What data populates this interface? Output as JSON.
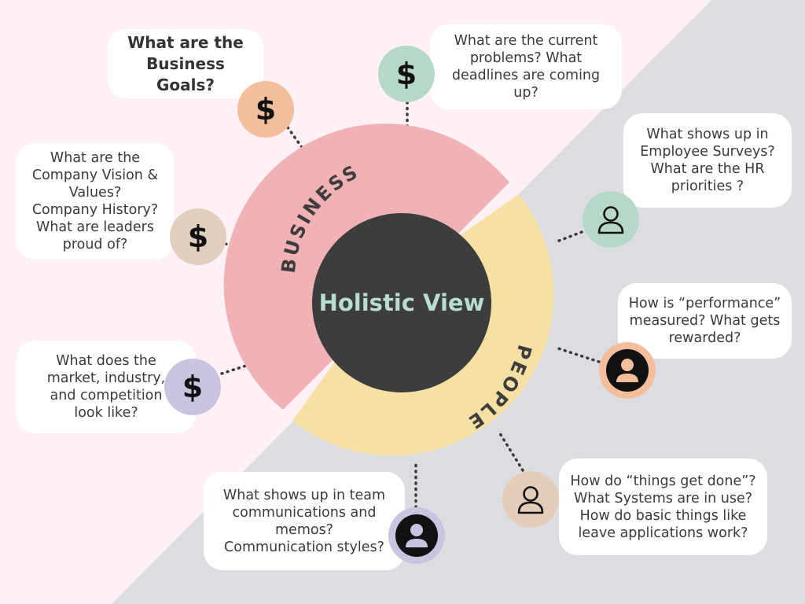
{
  "center": {
    "title": "Holistic View"
  },
  "segments": {
    "business": "BUSINESS",
    "people": "PEOPLE"
  },
  "colors": {
    "bg_left": "#fdf1f6",
    "bg_right": "#dcdde1",
    "business_ring": "#f1b2b5",
    "people_ring": "#f6e0a4",
    "center": "#3d3d3d",
    "center_text": "#b8dccd",
    "icon_peach": "#f4be9d",
    "icon_mint": "#b6d8c9",
    "icon_tan": "#e2cebd",
    "icon_lavender": "#cbc4e1",
    "icon_sand": "#e3ccb8"
  },
  "business_prompts": [
    {
      "text": "What are the\nBusiness Goals?",
      "icon": "dollar-icon"
    },
    {
      "text": "What are the current\nproblems? What\ndeadlines are coming\nup?",
      "icon": "dollar-icon"
    },
    {
      "text": "What are the\nCompany Vision &\nValues?\nCompany History?\nWhat are leaders\nproud of?",
      "icon": "dollar-icon"
    },
    {
      "text": "What does the\nmarket, industry,\nand competition\nlook like?",
      "icon": "dollar-icon"
    }
  ],
  "people_prompts": [
    {
      "text": "What shows up in\nEmployee Surveys?\nWhat are the HR\npriorities ?",
      "icon": "person-outline-icon"
    },
    {
      "text": "How is “performance”\nmeasured? What gets\nrewarded?",
      "icon": "person-filled-icon"
    },
    {
      "text": "How do “things get done”?\nWhat Systems are in use?\nHow do basic things like\nleave applications work?",
      "icon": "person-outline-icon"
    },
    {
      "text": "What shows up in team\ncommunications and\nmemos?\nCommunication styles?",
      "icon": "person-filled-icon"
    }
  ],
  "dollar_glyph": "$"
}
